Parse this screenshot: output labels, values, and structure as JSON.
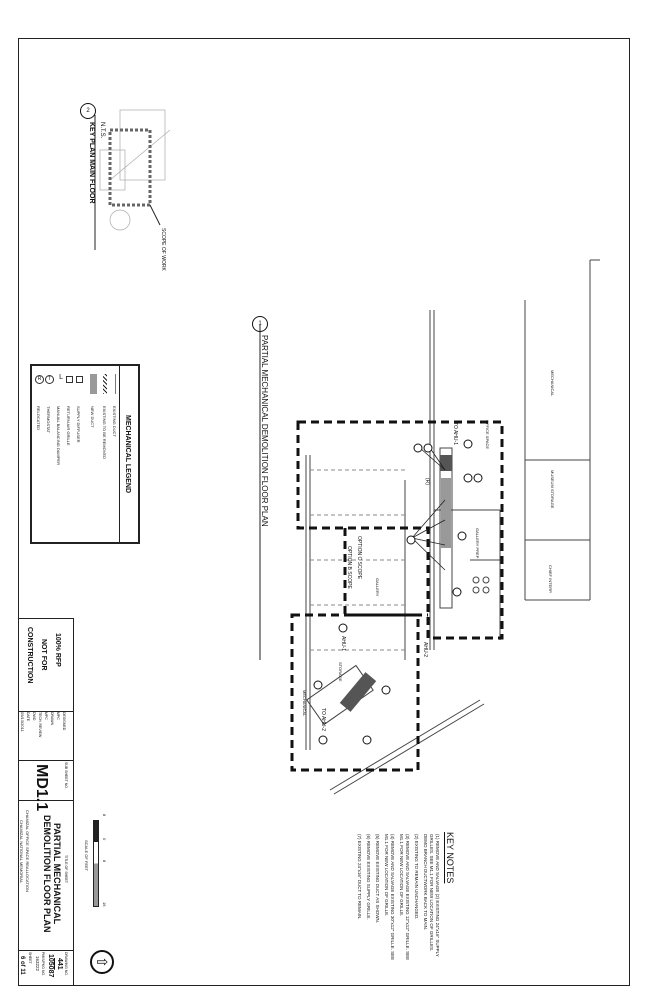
{
  "main_view": {
    "number": "1",
    "sheet_ref": "MD1.1",
    "title": "PARTIAL MECHANICAL DEMOLITION FLOOR PLAN"
  },
  "key_plan": {
    "number": "2",
    "sheet_ref": "MD1.1",
    "title": "KEY PLAN MAIN FLOOR",
    "scale": "N.T.S.",
    "callout": "SCOPE OF WORK"
  },
  "legend": {
    "title": "MECHANICAL LEGEND",
    "items": [
      "EXISTING DUCT",
      "EXISTING TO BE REMOVED",
      "NEW DUCT",
      "SUPPLY DIFFUSER",
      "RETURN AIR GRILLE",
      "MANUAL BALANCING DAMPER",
      "THERMOSTAT",
      "RELOCATED"
    ],
    "symbols": [
      "",
      "",
      "",
      "",
      "",
      "L",
      "T",
      "R"
    ]
  },
  "rooms": [
    "MECHANICAL",
    "MUSEUM STORAGE",
    "CHIEF INTERP.",
    "OFFICE SPACE",
    "GALLERY PREP",
    "GALLERY",
    "STORAGE",
    "MECHANICAL"
  ],
  "plan_labels": {
    "to_ahu1": "TO AHU-1",
    "to_ahu2": "TO AHU-2",
    "ahu1": "AHU-1",
    "ahu2": "AHU-2",
    "option_c": "OPTION C SCOPE",
    "option_b": "OPTION B SCOPE",
    "r": "(R)"
  },
  "key_notes": {
    "title": "KEY NOTES",
    "notes": [
      {
        "n": "1",
        "text": "REMOVE AND SALVAGE (2) EXISTING 24\"x16\" SUPPLY GRILLES. SEE M1.1 FOR NEW LOCATION OF GRILLES. DEMO BRANCH DUCTWORK BACK TO MAIN."
      },
      {
        "n": "2",
        "text": "EXISTING TO REMAIN UNCHANGED."
      },
      {
        "n": "3",
        "text": "REMOVE AND SALVAGE EXISTING 12\"x12\" GRILLE. SEE M1.1 FOR NEW LOCATION OF GRILLE."
      },
      {
        "n": "4",
        "text": "REMOVE AND SALVAGE EXISTING 30\"x12\" GRILLE. SEE M1.1 FOR NEW LOCATION OF GRILLE."
      },
      {
        "n": "5",
        "text": "REMOVE EXISTING DUCT AS SHOWN."
      },
      {
        "n": "6",
        "text": "REMOVE EXISTING SUPPLY GRILLE."
      },
      {
        "n": "7",
        "text": "EXISTING 24\"x16\" DUCT TO REMAIN."
      }
    ]
  },
  "scale_bar": {
    "label": "SCALE OF FEET",
    "ticks": [
      "8",
      "0",
      "8",
      "16"
    ]
  },
  "title_block": {
    "status1": "100% RFP",
    "status2": "NOT FOR",
    "status3": "CONSTRUCTION",
    "designed_label": "DESIGNED",
    "designed": "MPC",
    "drawn_label": "DRAWN",
    "drawn": "MPC",
    "tech_review_label": "TECH. REVIEW",
    "tech_review": "DWD",
    "date_label": "DATE",
    "date": "09/13/2011",
    "sub_sheet_label": "SUB SHEET NO.",
    "sub_sheet": "MD1.1",
    "title_label": "TITLE OF SHEET",
    "sheet_title": "PARTIAL MECHANICAL DEMOLITION FLOOR PLAN",
    "project": "CHAMIZAL OFFICE SPACE REALLOCATION",
    "park": "CHAMIZAL NATIONAL MEMORIAL",
    "drawing_no_label": "DRAWING NO.",
    "drawing_no": "441",
    "drawing_no2": "105087",
    "pkg_label": "PMIS/PKG NO.",
    "pkg": "163222",
    "sheet_label": "SHEET",
    "sheet": "6 of 11"
  }
}
